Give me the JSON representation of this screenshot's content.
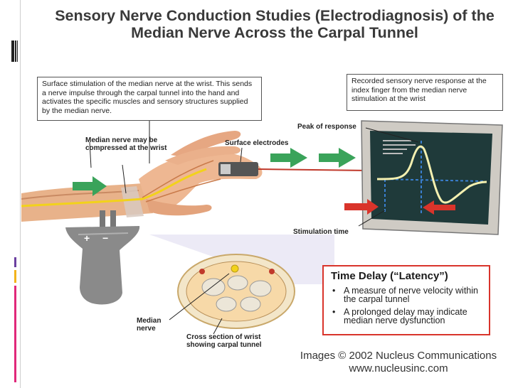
{
  "title": {
    "line1": "Sensory Nerve Conduction Studies (Electrodiagnosis) of the",
    "line2": "Median Nerve Across the Carpal Tunnel"
  },
  "callouts": {
    "stimulation": "Surface stimulation of the median nerve at the wrist. This sends a nerve impulse through the carpal tunnel into the hand and activates the specific muscles and sensory structures supplied by the median nerve.",
    "recorded": "Recorded sensory nerve response at the index finger from the median nerve stimulation at the wrist"
  },
  "labels": {
    "compressed": "Median nerve may be compressed at the wrist",
    "electrodes": "Surface electrodes",
    "peak": "Peak of response",
    "stim_time": "Stimulation time",
    "median_nerve": "Median nerve",
    "cross_section": "Cross section of wrist showing carpal tunnel",
    "stim_plus": "+",
    "stim_minus": "−"
  },
  "latency": {
    "heading": "Time Delay (“Latency”)",
    "bullets": [
      "A measure of nerve velocity within the carpal tunnel",
      "A prolonged delay may indicate median nerve dysfunction"
    ]
  },
  "credit": {
    "line1": "Images © 2002 Nucleus Communications",
    "line2": "www.nucleusinc.com"
  },
  "colors": {
    "accent_red": "#d9342b",
    "arrow_green": "#3aa35a",
    "nerve_yellow": "#f2d21b",
    "screen": "#1f3a3a",
    "trace": "#f4f0b0",
    "grid_blue": "#3a7fd0",
    "sidebar_magenta": "#e0287a",
    "sidebar_gold": "#f2b31b"
  }
}
